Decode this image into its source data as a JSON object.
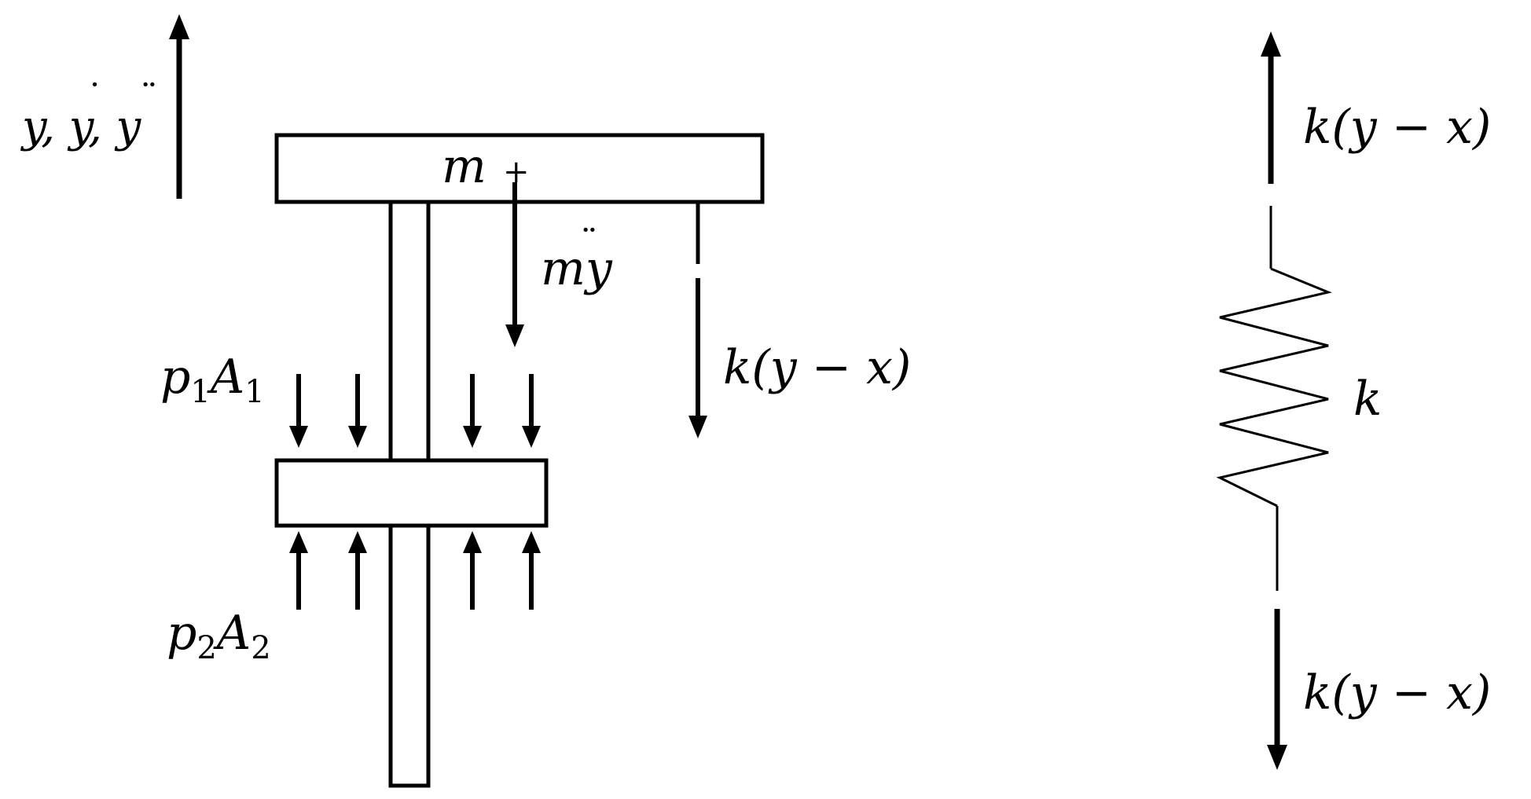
{
  "colors": {
    "stroke": "#000000",
    "background": "#ffffff"
  },
  "labels": {
    "displacement": {
      "base": "y, y, y",
      "dots": [
        "",
        "˙",
        "¨"
      ]
    },
    "mass": "m",
    "center_mark": "+",
    "inertia": {
      "m": "m",
      "y": "y",
      "dots": "¨"
    },
    "spring_force_on_mass": "k(y − x)",
    "p1A1": {
      "p": "p",
      "p_sub": "1",
      "A": "A",
      "A_sub": "1"
    },
    "p2A2": {
      "p": "p",
      "p_sub": "2",
      "A": "A",
      "A_sub": "2"
    },
    "spring_top_force": "k(y − x)",
    "spring_constant": "k",
    "spring_bottom_force": "k(y − x)"
  }
}
